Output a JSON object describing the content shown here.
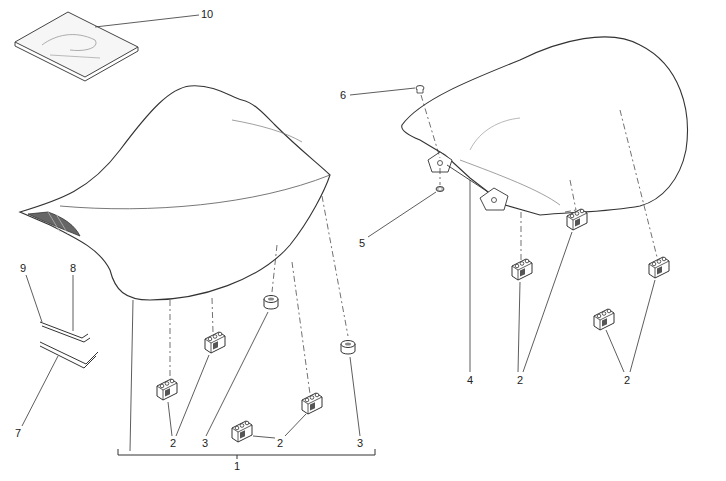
{
  "diagram": {
    "labels": [
      "10",
      "6",
      "5",
      "9",
      "8",
      "4",
      "2",
      "2",
      "7",
      "2",
      "3",
      "2",
      "3",
      "1"
    ]
  }
}
